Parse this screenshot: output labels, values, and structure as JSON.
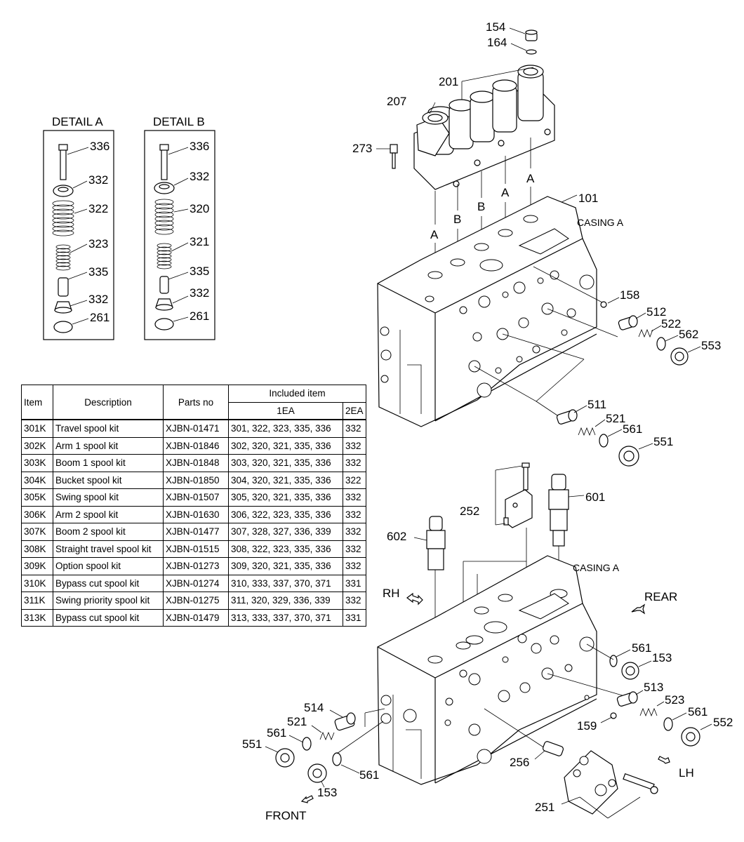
{
  "detail_a": {
    "title": "DETAIL A",
    "labels": [
      "336",
      "332",
      "322",
      "323",
      "335",
      "332",
      "261"
    ]
  },
  "detail_b": {
    "title": "DETAIL B",
    "labels": [
      "336",
      "332",
      "320",
      "321",
      "335",
      "332",
      "261"
    ]
  },
  "top_diagram": {
    "casing_label": "CASING A",
    "callouts": {
      "c154": "154",
      "c164": "164",
      "c201": "201",
      "c207": "207",
      "c273": "273",
      "c101": "101",
      "c158": "158",
      "c512": "512",
      "c522": "522",
      "c562": "562",
      "c553": "553",
      "c511": "511",
      "c521": "521",
      "c561": "561",
      "c551": "551"
    },
    "port_letters": [
      "A",
      "B",
      "B",
      "A",
      "A"
    ]
  },
  "bottom_diagram": {
    "casing_label": "CASING A",
    "directions": {
      "rh": "RH",
      "rear": "REAR",
      "lh": "LH",
      "front": "FRONT"
    },
    "callouts": {
      "c252": "252",
      "c601": "601",
      "c602": "602",
      "c561a": "561",
      "c153a": "153",
      "c513": "513",
      "c523": "523",
      "c561b": "561",
      "c552": "552",
      "c159": "159",
      "c514": "514",
      "c521": "521",
      "c561c": "561",
      "c551": "551",
      "c256": "256",
      "c561d": "561",
      "c153b": "153",
      "c251": "251"
    }
  },
  "table": {
    "headers": {
      "item": "Item",
      "description": "Description",
      "parts_no": "Parts no",
      "included": "Included item",
      "one_ea": "1EA",
      "two_ea": "2EA"
    },
    "rows": [
      {
        "item": "301K",
        "description": "Travel spool kit",
        "parts_no": "XJBN-01471",
        "one_ea": "301, 322, 323, 335, 336",
        "two_ea": "332"
      },
      {
        "item": "302K",
        "description": "Arm 1 spool kit",
        "parts_no": "XJBN-01846",
        "one_ea": "302, 320, 321, 335, 336",
        "two_ea": "332"
      },
      {
        "item": "303K",
        "description": "Boom 1 spool kit",
        "parts_no": "XJBN-01848",
        "one_ea": "303, 320, 321, 335, 336",
        "two_ea": "332"
      },
      {
        "item": "304K",
        "description": "Bucket spool kit",
        "parts_no": "XJBN-01850",
        "one_ea": "304, 320, 321, 335, 336",
        "two_ea": "322"
      },
      {
        "item": "305K",
        "description": "Swing spool kit",
        "parts_no": "XJBN-01507",
        "one_ea": "305, 320, 321, 335, 336",
        "two_ea": "332"
      },
      {
        "item": "306K",
        "description": "Arm 2 spool kit",
        "parts_no": "XJBN-01630",
        "one_ea": "306, 322, 323, 335, 336",
        "two_ea": "332"
      },
      {
        "item": "307K",
        "description": "Boom 2 spool kit",
        "parts_no": "XJBN-01477",
        "one_ea": "307, 328, 327, 336, 339",
        "two_ea": "332"
      },
      {
        "item": "308K",
        "description": "Straight travel spool kit",
        "parts_no": "XJBN-01515",
        "one_ea": "308, 322, 323, 335, 336",
        "two_ea": "332"
      },
      {
        "item": "309K",
        "description": "Option spool kit",
        "parts_no": "XJBN-01273",
        "one_ea": "309, 320, 321, 335, 336",
        "two_ea": "332"
      },
      {
        "item": "310K",
        "description": "Bypass cut spool kit",
        "parts_no": "XJBN-01274",
        "one_ea": "310, 333, 337, 370, 371",
        "two_ea": "331"
      },
      {
        "item": "311K",
        "description": "Swing priority spool kit",
        "parts_no": "XJBN-01275",
        "one_ea": "311, 320, 329, 336, 339",
        "two_ea": "332"
      },
      {
        "item": "313K",
        "description": "Bypass cut spool kit",
        "parts_no": "XJBN-01479",
        "one_ea": "313, 333, 337, 370, 371",
        "two_ea": "331"
      }
    ]
  }
}
